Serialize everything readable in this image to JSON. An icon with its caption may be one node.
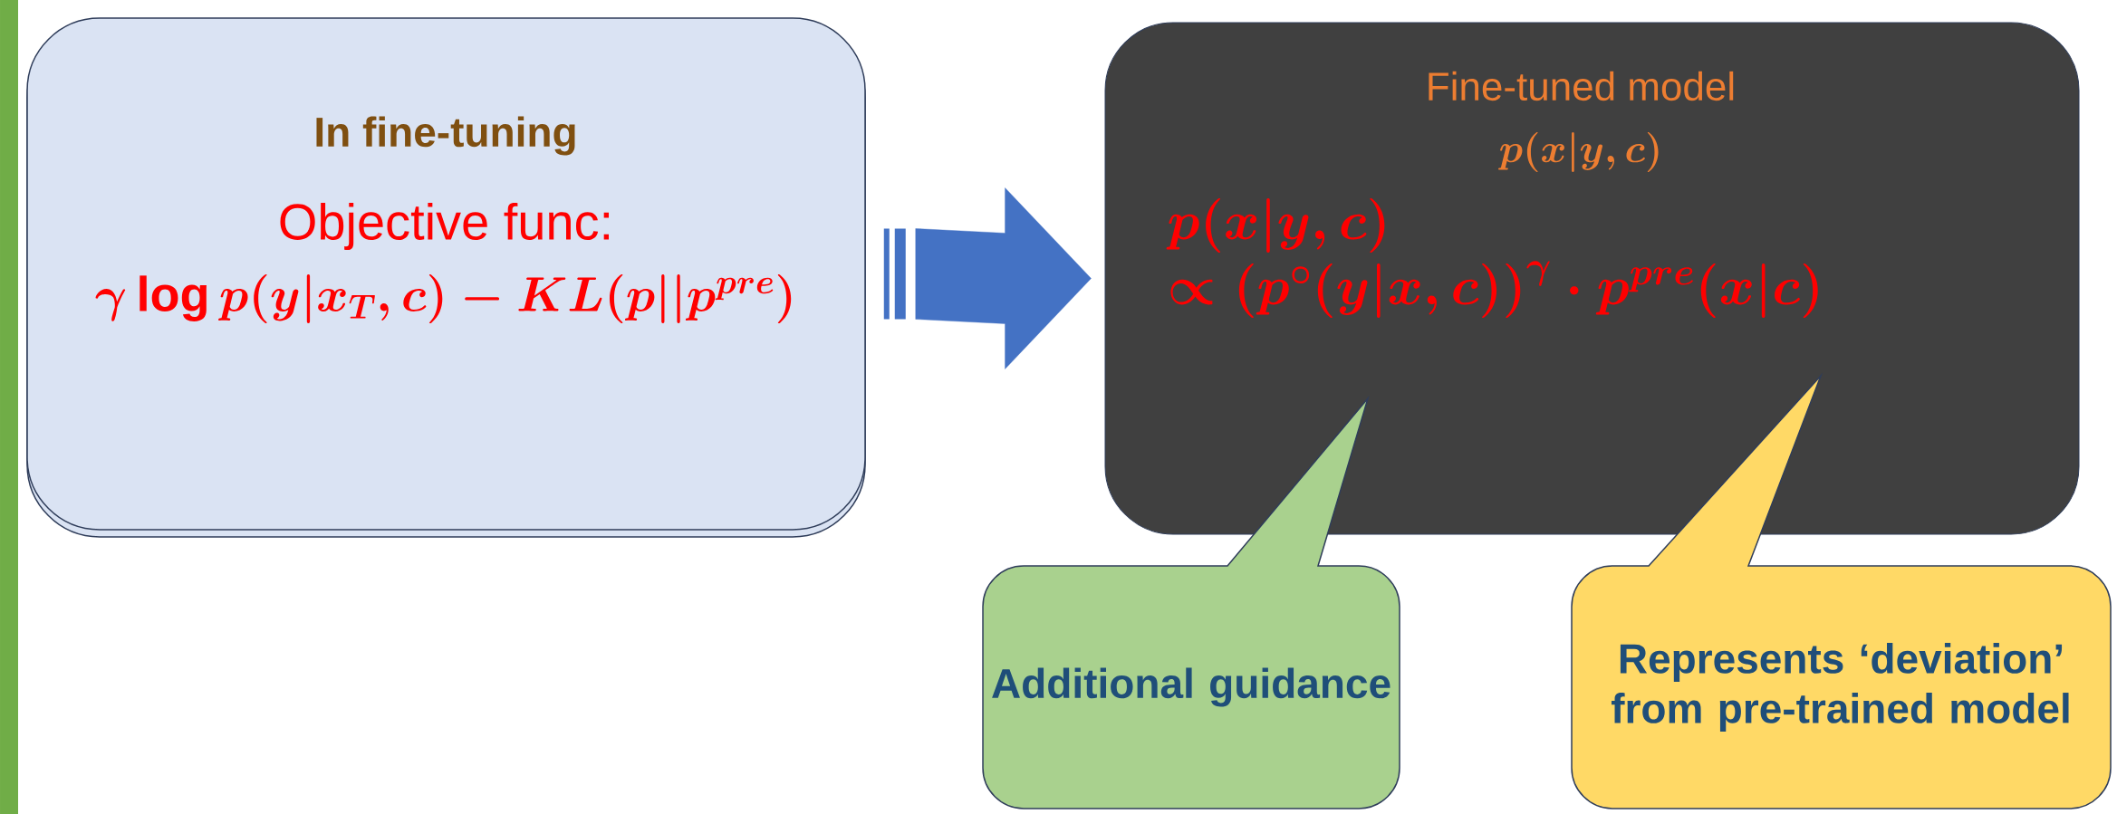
{
  "diagram": {
    "nodes": [
      {
        "text": [
          "In fine-tuning",
          "Objective func:",
          "\\gamma\\log p(y|x_T,c) - KL(p||p^{pre})"
        ]
      },
      {
        "text": [
          "Fine-tuned model",
          "p(x|y,c)",
          "\\begin{array}{l} p(x|y,c) \\\\ \\propto \\left(p^{\\circ}(y|x,c)\\right)^{\\gamma} \\cdot p^{pre}(x|c) \\end{array}"
        ]
      },
      {
        "text": [
          "Additional guidance"
        ]
      },
      {
        "text": [
          "Represents ‘deviation’ from pre-trained model"
        ]
      },
      {
        "text": [],
        "shape": "bar"
      }
    ],
    "edges": [
      {
        "from": 0,
        "to": 1,
        "arrow": "to"
      }
    ]
  }
}
